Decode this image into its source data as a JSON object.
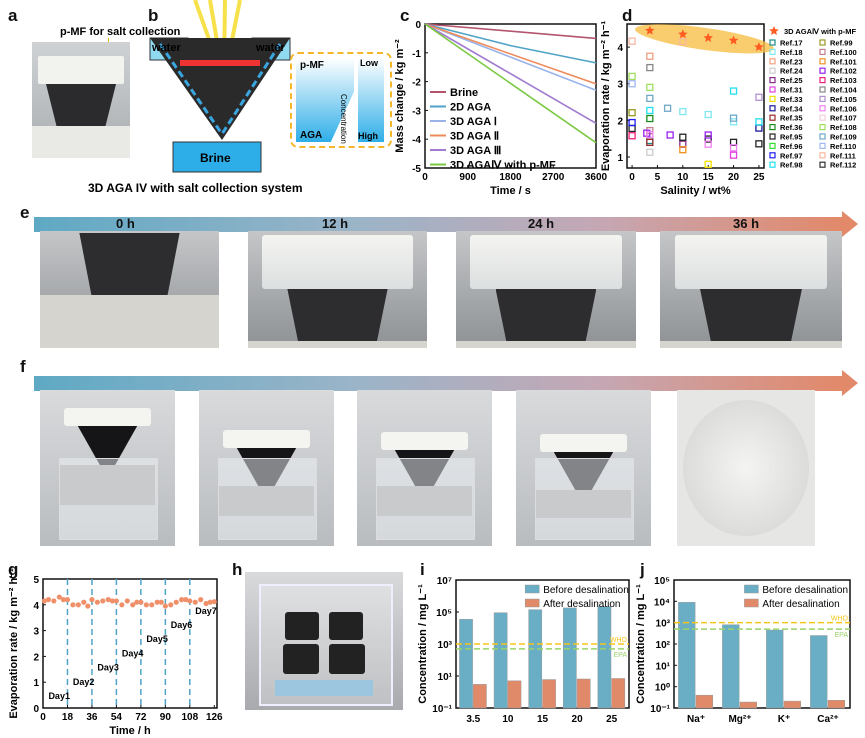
{
  "panels": {
    "a": "a",
    "b": "b",
    "c": "c",
    "d": "d",
    "e": "e",
    "f": "f",
    "g": "g",
    "h": "h",
    "i": "i",
    "j": "j"
  },
  "panel_a": {
    "label": "p-MF for salt collection"
  },
  "panel_b": {
    "water_left": "water",
    "water_right": "water",
    "brine": "Brine",
    "pmf": "p-MF",
    "aga": "AGA",
    "low": "Low",
    "high": "High",
    "concentration": "Concentration",
    "caption": "3D AGA IV with salt collection system"
  },
  "panel_e": {
    "times": [
      "0 h",
      "12 h",
      "24 h",
      "36 h"
    ]
  },
  "colors": {
    "accent_arrow_start": "#5fa9c4",
    "accent_arrow_end": "#e2896a",
    "before": "#6aaec6",
    "after": "#e08a6a",
    "who": "#f5c518",
    "epa": "#9ad36a"
  },
  "chart_data": [
    {
      "id": "c",
      "type": "line",
      "xlabel": "Time / s",
      "ylabel": "Mass change / kg m⁻²",
      "xlim": [
        0,
        3600
      ],
      "ylim": [
        -5,
        0
      ],
      "xticks": [
        0,
        900,
        1800,
        2700,
        3600
      ],
      "yticks": [
        0,
        -1,
        -2,
        -3,
        -4,
        -5
      ],
      "legend": "bottom-left",
      "series": [
        {
          "name": "Brine",
          "color": "#b5546e",
          "x": [
            0,
            3600
          ],
          "y": [
            0,
            -0.5
          ]
        },
        {
          "name": "2D AGA",
          "color": "#4fa3c7",
          "x": [
            0,
            1800,
            3600
          ],
          "y": [
            0,
            -0.75,
            -1.35
          ]
        },
        {
          "name": "3D AGA Ⅰ",
          "color": "#9ab4ea",
          "x": [
            0,
            3600
          ],
          "y": [
            0,
            -2.3
          ]
        },
        {
          "name": "3D AGA Ⅱ",
          "color": "#ef8a5a",
          "x": [
            0,
            3600
          ],
          "y": [
            0,
            -2.08
          ]
        },
        {
          "name": "3D AGA Ⅲ",
          "color": "#a07ad0",
          "x": [
            0,
            3600
          ],
          "y": [
            0,
            -3.45
          ]
        },
        {
          "name": "3D AGAⅣ with p-MF",
          "color": "#7ac943",
          "x": [
            0,
            3600
          ],
          "y": [
            0,
            -4.12
          ]
        }
      ]
    },
    {
      "id": "d",
      "type": "scatter",
      "xlabel": "Salinity / wt%",
      "ylabel": "Evaporation rate / kg m⁻² h⁻¹",
      "xlim": [
        -1,
        26
      ],
      "ylim": [
        0.7,
        4.63
      ],
      "xticks": [
        0,
        5,
        10,
        15,
        20,
        25
      ],
      "yticks": [
        1,
        2,
        3,
        4
      ],
      "legend": "right",
      "highlight": {
        "name": "3D AGAⅣ with p-MF",
        "color": "#ff5a1f",
        "x": [
          3.5,
          10,
          15,
          20,
          25
        ],
        "y": [
          4.45,
          4.35,
          4.25,
          4.18,
          4.0
        ]
      },
      "refs": [
        {
          "name": "Ref.17",
          "color": "#1a8a8a",
          "pts": [
            [
              3.5,
              1.45
            ]
          ]
        },
        {
          "name": "Ref.18",
          "color": "#7fe8f0",
          "pts": [
            [
              10,
              2.24
            ],
            [
              15,
              2.16
            ],
            [
              20,
              1.96
            ]
          ]
        },
        {
          "name": "Ref.23",
          "color": "#f0a080",
          "pts": [
            [
              3.5,
              3.75
            ]
          ]
        },
        {
          "name": "Ref.24",
          "color": "#cccccc",
          "pts": [
            [
              3.5,
              1.13
            ]
          ]
        },
        {
          "name": "Ref.25",
          "color": "#8a2a8a",
          "pts": [
            [
              10,
              1.35
            ]
          ]
        },
        {
          "name": "Ref.31",
          "color": "#e040e0",
          "pts": [
            [
              20,
              1.05
            ]
          ]
        },
        {
          "name": "Ref.33",
          "color": "#f0e000",
          "pts": [
            [
              15,
              0.8
            ]
          ]
        },
        {
          "name": "Ref.34",
          "color": "#1a1a9a",
          "pts": [
            [
              25,
              1.79
            ]
          ]
        },
        {
          "name": "Ref.35",
          "color": "#9a2a2a",
          "pts": [
            [
              3.5,
              1.4
            ]
          ]
        },
        {
          "name": "Ref.36",
          "color": "#1a8a1a",
          "pts": [
            [
              3.5,
              2.05
            ]
          ]
        },
        {
          "name": "Ref.95",
          "color": "#222222",
          "pts": [
            [
              0,
              1.78
            ],
            [
              10,
              1.54
            ],
            [
              15,
              1.49
            ],
            [
              20,
              1.4
            ],
            [
              25,
              1.36
            ]
          ]
        },
        {
          "name": "Ref.96",
          "color": "#30e030",
          "pts": []
        },
        {
          "name": "Ref.97",
          "color": "#2020f0",
          "pts": [
            [
              0,
              1.94
            ]
          ]
        },
        {
          "name": "Ref.98",
          "color": "#20e0f0",
          "pts": [
            [
              3.5,
              2.27
            ],
            [
              20,
              2.8
            ],
            [
              25,
              1.96
            ]
          ]
        },
        {
          "name": "Ref.99",
          "color": "#9a9a20",
          "pts": [
            [
              0,
              2.21
            ]
          ]
        },
        {
          "name": "Ref.100",
          "color": "#c08090",
          "pts": [
            [
              3.5,
              1.72
            ]
          ]
        },
        {
          "name": "Ref.101",
          "color": "#f09020",
          "pts": [
            [
              10,
              1.2
            ]
          ]
        },
        {
          "name": "Ref.102",
          "color": "#9a20f0",
          "pts": [
            [
              2.9,
              1.65
            ],
            [
              7.5,
              1.6
            ],
            [
              15,
              1.6
            ]
          ]
        },
        {
          "name": "Ref.103",
          "color": "#f02080",
          "pts": [
            [
              0,
              1.58
            ]
          ]
        },
        {
          "name": "Ref.104",
          "color": "#888888",
          "pts": [
            [
              3.5,
              3.44
            ]
          ]
        },
        {
          "name": "Ref.105",
          "color": "#b090d0",
          "pts": [
            [
              25,
              2.63
            ]
          ]
        },
        {
          "name": "Ref.106",
          "color": "#f080f0",
          "pts": [
            [
              3.5,
              1.61
            ],
            [
              15,
              1.35
            ],
            [
              20,
              1.25
            ]
          ]
        },
        {
          "name": "Ref.107",
          "color": "#f3cfd8",
          "pts": []
        },
        {
          "name": "Ref.108",
          "color": "#a0e060",
          "pts": [
            [
              0,
              3.2
            ],
            [
              3.5,
              2.9
            ]
          ]
        },
        {
          "name": "Ref.109",
          "color": "#70a8c8",
          "pts": [
            [
              3.5,
              2.6
            ],
            [
              7,
              2.33
            ],
            [
              20,
              2.06
            ]
          ]
        },
        {
          "name": "Ref.110",
          "color": "#a0b8f0",
          "pts": [
            [
              0,
              3.0
            ]
          ]
        },
        {
          "name": "Ref.111",
          "color": "#f8b8a0",
          "pts": [
            [
              0,
              4.16
            ],
            [
              10,
              4.15
            ]
          ]
        },
        {
          "name": "Ref.112",
          "color": "#333333",
          "pts": []
        }
      ]
    },
    {
      "id": "g",
      "type": "scatter",
      "xlabel": "Time / h",
      "ylabel": "Evaporation rate / kg m⁻² h⁻¹",
      "xlim": [
        0,
        128
      ],
      "ylim": [
        0,
        5
      ],
      "xticks": [
        0,
        18,
        36,
        54,
        72,
        90,
        108,
        126
      ],
      "yticks": [
        0,
        1,
        2,
        3,
        4,
        5
      ],
      "color": "#f0906a",
      "day_lines": [
        18,
        36,
        54,
        72,
        90,
        108
      ],
      "day_labels": [
        {
          "text": "Day1",
          "x": 4,
          "y": 0.35
        },
        {
          "text": "Day2",
          "x": 22,
          "y": 0.9
        },
        {
          "text": "Day3",
          "x": 40,
          "y": 1.45
        },
        {
          "text": "Day4",
          "x": 58,
          "y": 2.0
        },
        {
          "text": "Day5",
          "x": 76,
          "y": 2.55
        },
        {
          "text": "Day6",
          "x": 94,
          "y": 3.1
        },
        {
          "text": "Day7",
          "x": 112,
          "y": 3.65
        }
      ],
      "x": [
        1,
        4,
        8,
        12,
        15,
        18,
        22,
        26,
        30,
        33,
        36,
        40,
        44,
        48,
        51,
        54,
        58,
        62,
        66,
        69,
        72,
        76,
        80,
        84,
        87,
        90,
        94,
        98,
        102,
        105,
        108,
        112,
        116,
        120,
        123,
        126
      ],
      "y": [
        4.15,
        4.2,
        4.15,
        4.3,
        4.2,
        4.2,
        4.0,
        4.0,
        4.1,
        3.95,
        4.2,
        4.1,
        4.15,
        4.2,
        4.15,
        4.15,
        4.0,
        4.15,
        4.0,
        4.1,
        4.1,
        4.0,
        4.0,
        4.1,
        4.1,
        3.95,
        4.0,
        4.1,
        4.2,
        4.2,
        4.15,
        4.1,
        4.2,
        4.05,
        4.1,
        4.12
      ]
    },
    {
      "id": "i",
      "type": "bar",
      "log": true,
      "xlabel": "",
      "ylabel": "Concentration / mg L⁻¹",
      "ylim": [
        0.1,
        10000000.0
      ],
      "yticks": [
        "10⁻¹",
        "10¹",
        "10³",
        "10⁵",
        "10⁷"
      ],
      "ytick_values": [
        0.1,
        10,
        1000,
        100000,
        10000000
      ],
      "categories": [
        "3.5",
        "10",
        "15",
        "20",
        "25"
      ],
      "legend": "top-right",
      "series": [
        {
          "name": "Before desalination",
          "values": [
            35000,
            90000,
            140000,
            180000,
            220000
          ]
        },
        {
          "name": "After desalination",
          "values": [
            3,
            5,
            6,
            6.5,
            7
          ]
        }
      ],
      "thresholds": [
        {
          "name": "WHO",
          "value": 1000
        },
        {
          "name": "EPA",
          "value": 500
        }
      ]
    },
    {
      "id": "j",
      "type": "bar",
      "log": true,
      "xlabel": "",
      "ylabel": "Concentration / mg L⁻¹",
      "ylim": [
        0.1,
        100000.0
      ],
      "yticks": [
        "10⁻¹",
        "10⁰",
        "10¹",
        "10²",
        "10³",
        "10⁴",
        "10⁵"
      ],
      "ytick_values": [
        0.1,
        1,
        10,
        100,
        1000,
        10000,
        100000
      ],
      "categories": [
        "Na⁺",
        "Mg²⁺",
        "K⁺",
        "Ca²⁺"
      ],
      "legend": "top-right",
      "series": [
        {
          "name": "Before desalination",
          "values": [
            9000,
            800,
            450,
            250
          ]
        },
        {
          "name": "After desalination",
          "values": [
            0.4,
            0.19,
            0.21,
            0.23
          ]
        }
      ],
      "thresholds": [
        {
          "name": "WHO",
          "value": 1000
        },
        {
          "name": "EPA",
          "value": 500
        }
      ]
    }
  ]
}
